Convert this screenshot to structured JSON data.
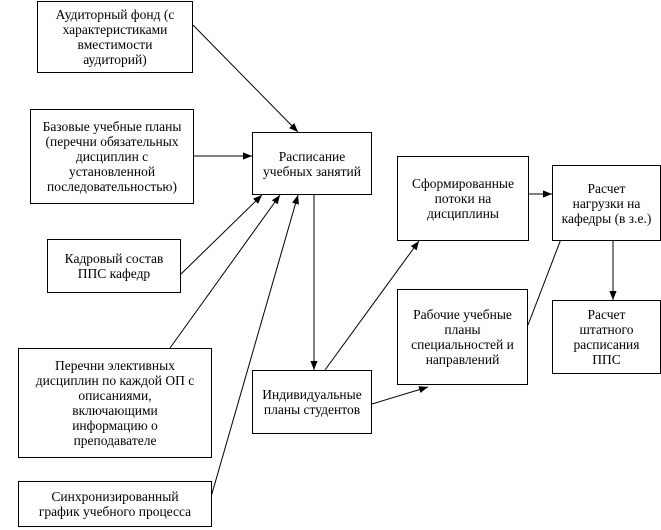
{
  "nodes": {
    "auditorium_fund": "Аудиторный фонд (с\nхарактеристиками\nвместимости\nаудиторий)",
    "base_curricula": "Базовые учебные планы\n(перечни обязательных\nдисциплин с\nустановленной\nпоследовательностью)",
    "staff": "Кадровый состав\nППС кафедр",
    "electives": "Перечни элективных\nдисциплин по каждой ОП с\nописаниями,\nвключающими\nинформацию о\nпреподавателе",
    "sync_schedule": "Синхронизированный\nграфик учебного процесса",
    "timetable": "Расписание\nучебных занятий",
    "individual_plans": "Индивидуальные\nпланы студентов",
    "streams": "Сформированные\nпотоки на\nдисциплины",
    "working_curricula": "Рабочие учебные\nпланы\nспециальностей и\nнаправлений",
    "workload": "Расчет\nнагрузки на\nкафедры (в з.е.)",
    "staffing": "Расчет\nштатного\nрасписания\nППС"
  }
}
